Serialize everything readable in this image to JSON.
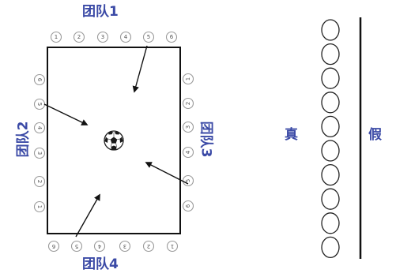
{
  "teams": {
    "top": {
      "label": "团队1",
      "numbers": [
        "1",
        "2",
        "3",
        "4",
        "5",
        "6"
      ]
    },
    "left": {
      "label": "团队2",
      "numbers": [
        "6",
        "5",
        "4",
        "3",
        "2",
        "1"
      ]
    },
    "right": {
      "label": "团队3",
      "numbers": [
        "1",
        "2",
        "3",
        "4",
        "5",
        "6"
      ]
    },
    "bottom": {
      "label": "团队4",
      "numbers": [
        "6",
        "5",
        "4",
        "3",
        "2",
        "1"
      ]
    }
  },
  "markers": {
    "true_label": "真",
    "false_label": "假",
    "circle_count": 10
  },
  "ball_icon": "soccer-ball-icon",
  "colors": {
    "label": "#3b4aa6",
    "line": "#111111"
  }
}
